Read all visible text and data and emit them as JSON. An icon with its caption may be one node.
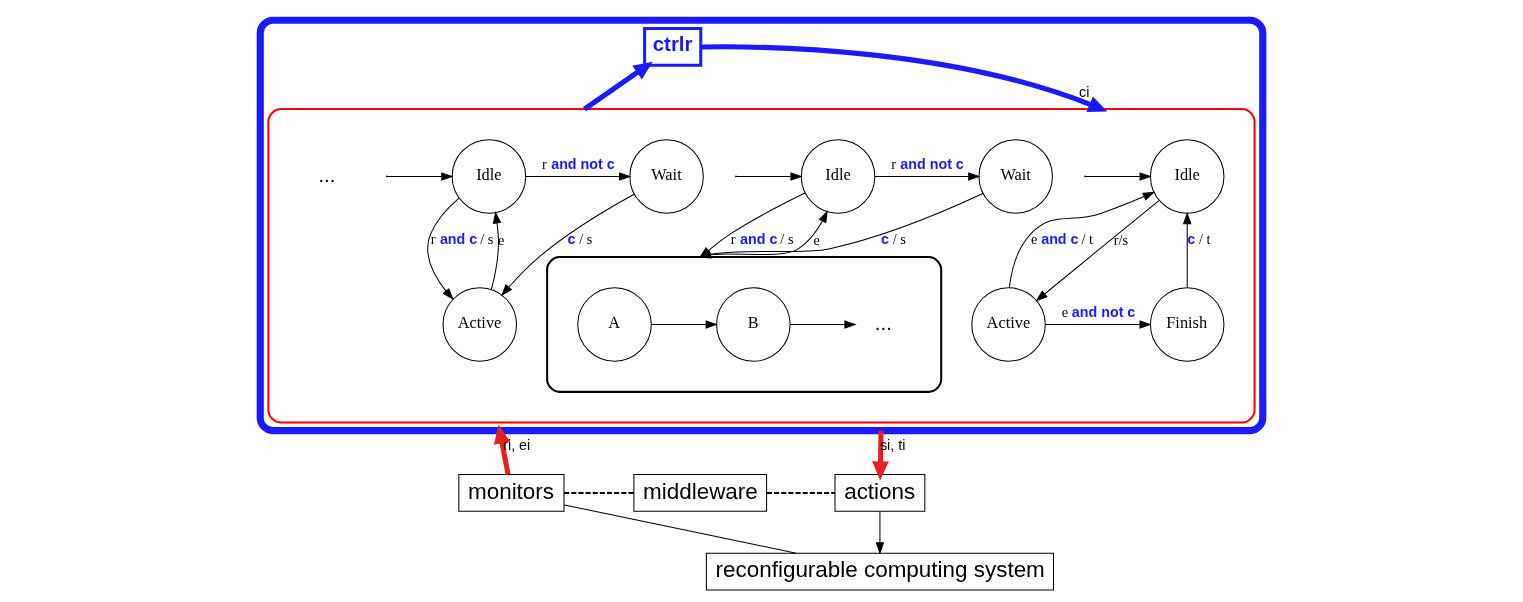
{
  "diagram": {
    "nodes": [
      {
        "text": [],
        "shape": "box"
      },
      {
        "text": [
          "ctrlr"
        ],
        "in": 0
      },
      {
        "text": [],
        "shape": "box",
        "in": 0
      },
      {
        "text": [
          "Idle"
        ],
        "in": 2
      },
      {
        "text": [
          "Wait"
        ],
        "in": 2
      },
      {
        "text": [
          "Active"
        ],
        "in": 2
      },
      {
        "text": [
          "Idle"
        ],
        "in": 2
      },
      {
        "text": [
          "Active"
        ],
        "in": 2
      },
      {
        "text": [
          "Finish"
        ],
        "in": 2
      },
      {
        "text": [
          "Idle"
        ],
        "in": 2
      },
      {
        "text": [
          "Wait"
        ],
        "in": 2
      },
      {
        "text": [],
        "shape": "box",
        "in": 2
      },
      {
        "text": [
          "A"
        ],
        "in": 11
      },
      {
        "text": [
          "B"
        ],
        "in": 11
      },
      {
        "text": [
          "..."
        ],
        "in": 11
      },
      {
        "text": [
          "monitors"
        ]
      },
      {
        "text": [
          "middleware"
        ]
      },
      {
        "text": [
          "actions"
        ]
      },
      {
        "text": [
          "reconfigurable computing system"
        ]
      }
    ],
    "edges": [
      {
        "from": null,
        "to": 3,
        "arrow": "to"
      },
      {
        "from": 3,
        "to": 4,
        "arrow": "to",
        "label": "r **and not c**"
      },
      {
        "from": 3,
        "to": 5,
        "arrow": "to",
        "label": "r **and c** / s"
      },
      {
        "from": 5,
        "to": 3,
        "arrow": "to",
        "label": "e"
      },
      {
        "from": 4,
        "to": 5,
        "arrow": "to",
        "label": "**c** / s"
      },
      {
        "from": null,
        "to": 6,
        "arrow": "to"
      },
      {
        "from": 6,
        "to": 7,
        "arrow": "to",
        "label": "r/s"
      },
      {
        "from": 7,
        "to": 6,
        "arrow": "to",
        "label": "e **and c** / t"
      },
      {
        "from": 7,
        "to": 8,
        "arrow": "to",
        "label": "e **and not c**"
      },
      {
        "from": 8,
        "to": 6,
        "arrow": "to",
        "label": "**c** / t"
      },
      {
        "from": null,
        "to": 9,
        "arrow": "to"
      },
      {
        "from": 9,
        "to": 10,
        "arrow": "to",
        "label": "r **and not c**"
      },
      {
        "from": 9,
        "to": 11,
        "arrow": "to",
        "label": "r **and c** / s"
      },
      {
        "from": 11,
        "to": 9,
        "arrow": "to",
        "label": "e"
      },
      {
        "from": 10,
        "to": 11,
        "arrow": "to",
        "label": "**c** / s"
      },
      {
        "from": 12,
        "to": 13,
        "arrow": "to"
      },
      {
        "from": 13,
        "to": 14,
        "arrow": "to"
      },
      {
        "from": 2,
        "to": 1,
        "arrow": "to",
        "style": "thick",
        "color": "#1a1aff"
      },
      {
        "from": 1,
        "to": 2,
        "arrow": "to",
        "label": "ci",
        "style": "thick",
        "color": "#1a1aff"
      },
      {
        "from": 15,
        "to": 0,
        "arrow": "to",
        "label": "ri, ei",
        "style": "thick",
        "color": "#e52222"
      },
      {
        "from": 0,
        "to": 17,
        "arrow": "to",
        "label": "si, ti",
        "style": "thick",
        "color": "#e52222"
      },
      {
        "from": 15,
        "to": 16,
        "arrow": "none",
        "style": "dashed"
      },
      {
        "from": 16,
        "to": 17,
        "arrow": "none",
        "style": "dashed"
      },
      {
        "from": 17,
        "to": 18,
        "arrow": "to"
      },
      {
        "from": 18,
        "to": 15,
        "arrow": "none"
      }
    ],
    "labels": [
      "..."
    ]
  }
}
